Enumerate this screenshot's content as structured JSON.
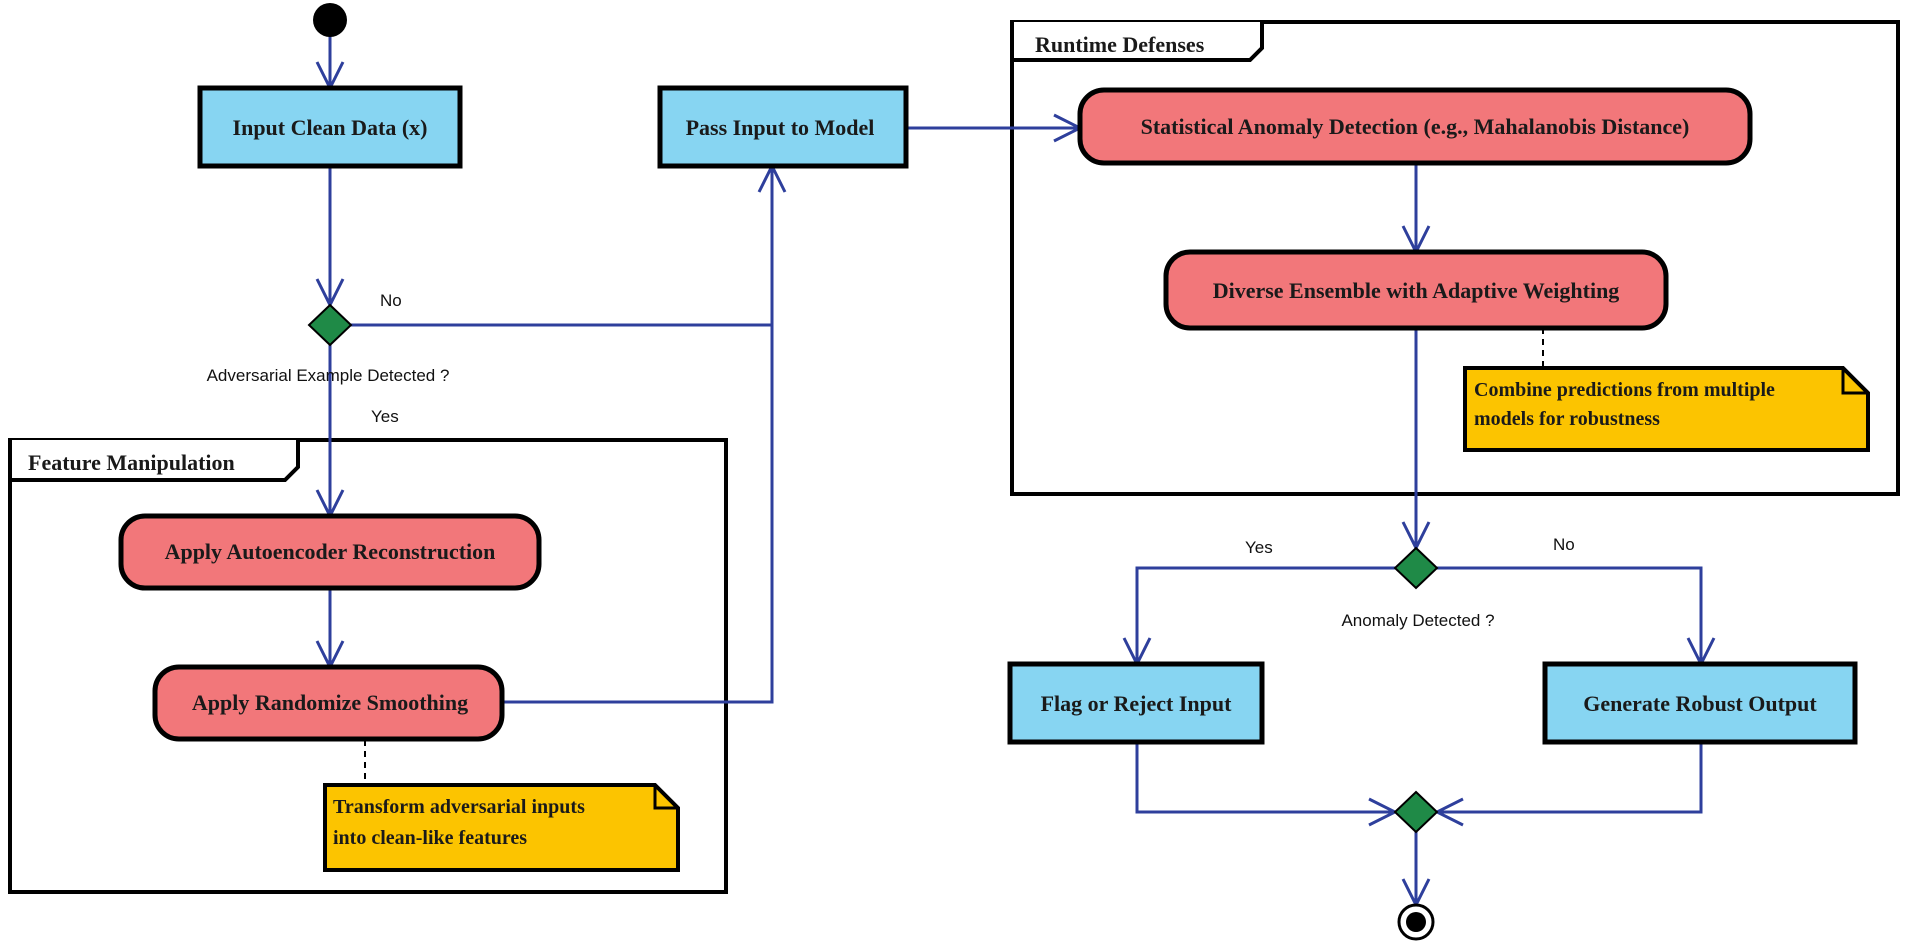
{
  "colors": {
    "action_fill": "#f2777a",
    "io_fill": "#87d5f2",
    "note_fill": "#fcc400",
    "decision_fill": "#1f8a47",
    "edge": "#2e3f9c",
    "border": "#000000"
  },
  "groups": {
    "feature_manipulation": "Feature Manipulation",
    "runtime_defenses": "Runtime Defenses"
  },
  "nodes": {
    "input_clean_data": "Input Clean Data (x)",
    "pass_input_to_model": "Pass Input to Model",
    "apply_autoencoder": "Apply Autoencoder Reconstruction",
    "apply_randomize_smoothing": "Apply Randomize Smoothing",
    "statistical_anomaly_detection": "Statistical Anomaly Detection (e.g., Mahalanobis Distance)",
    "diverse_ensemble": "Diverse Ensemble with Adaptive Weighting",
    "flag_or_reject": "Flag or Reject Input",
    "generate_robust_output": "Generate Robust Output"
  },
  "notes": {
    "transform": [
      "Transform adversarial inputs",
      "into clean-like features"
    ],
    "combine": [
      "Combine predictions from multiple",
      "models for robustness"
    ]
  },
  "decisions": {
    "adversarial": {
      "question": "Adversarial Example Detected ?",
      "yes": "Yes",
      "no": "No"
    },
    "anomaly": {
      "question": "Anomaly Detected ?",
      "yes": "Yes",
      "no": "No"
    }
  }
}
